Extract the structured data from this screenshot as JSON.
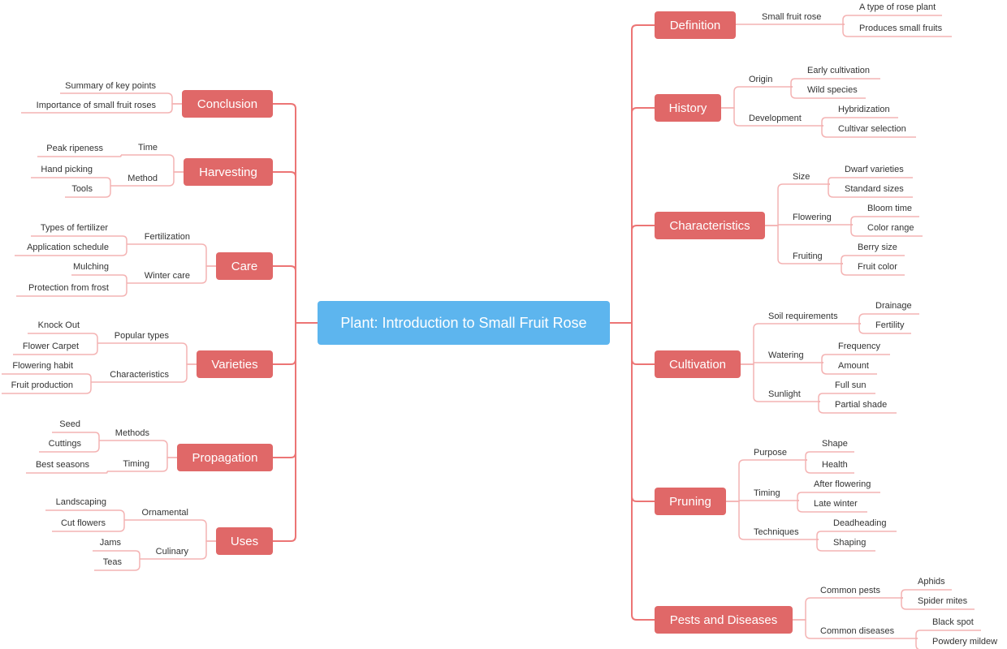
{
  "root": {
    "label": "Plant: Introduction to Small Fruit Rose"
  },
  "colors": {
    "root": "#5db5ee",
    "topic": "#e06868",
    "main_line": "#ec7575",
    "sub_line": "#f4b3b3",
    "text": "#333333"
  },
  "right": [
    {
      "label": "Definition",
      "children": [
        {
          "label": "Small fruit rose",
          "children": [
            "A type of rose plant",
            "Produces small fruits"
          ]
        }
      ]
    },
    {
      "label": "History",
      "children": [
        {
          "label": "Origin",
          "children": [
            "Early cultivation",
            "Wild species"
          ]
        },
        {
          "label": "Development",
          "children": [
            "Hybridization",
            "Cultivar selection"
          ]
        }
      ]
    },
    {
      "label": "Characteristics",
      "children": [
        {
          "label": "Size",
          "children": [
            "Dwarf varieties",
            "Standard sizes"
          ]
        },
        {
          "label": "Flowering",
          "children": [
            "Bloom time",
            "Color range"
          ]
        },
        {
          "label": "Fruiting",
          "children": [
            "Berry size",
            "Fruit color"
          ]
        }
      ]
    },
    {
      "label": "Cultivation",
      "children": [
        {
          "label": "Soil requirements",
          "children": [
            "Drainage",
            "Fertility"
          ]
        },
        {
          "label": "Watering",
          "children": [
            "Frequency",
            "Amount"
          ]
        },
        {
          "label": "Sunlight",
          "children": [
            "Full sun",
            "Partial shade"
          ]
        }
      ]
    },
    {
      "label": "Pruning",
      "children": [
        {
          "label": "Purpose",
          "children": [
            "Shape",
            "Health"
          ]
        },
        {
          "label": "Timing",
          "children": [
            "After flowering",
            "Late winter"
          ]
        },
        {
          "label": "Techniques",
          "children": [
            "Deadheading",
            "Shaping"
          ]
        }
      ]
    },
    {
      "label": "Pests and Diseases",
      "children": [
        {
          "label": "Common pests",
          "children": [
            "Aphids",
            "Spider mites"
          ]
        },
        {
          "label": "Common diseases",
          "children": [
            "Black spot",
            "Powdery mildew"
          ]
        }
      ]
    }
  ],
  "left": [
    {
      "label": "Conclusion",
      "children": [
        {
          "label": "Summary of key points",
          "children": []
        },
        {
          "label": "Importance of small fruit roses",
          "children": []
        }
      ]
    },
    {
      "label": "Harvesting",
      "children": [
        {
          "label": "Time",
          "children": [
            "Peak ripeness"
          ]
        },
        {
          "label": "Method",
          "children": [
            "Hand picking",
            "Tools"
          ]
        }
      ]
    },
    {
      "label": "Care",
      "children": [
        {
          "label": "Fertilization",
          "children": [
            "Types of fertilizer",
            "Application schedule"
          ]
        },
        {
          "label": "Winter care",
          "children": [
            "Mulching",
            "Protection from frost"
          ]
        }
      ]
    },
    {
      "label": "Varieties",
      "children": [
        {
          "label": "Popular types",
          "children": [
            "Knock Out",
            "Flower Carpet"
          ]
        },
        {
          "label": "Characteristics",
          "children": [
            "Flowering habit",
            "Fruit production"
          ]
        }
      ]
    },
    {
      "label": "Propagation",
      "children": [
        {
          "label": "Methods",
          "children": [
            "Seed",
            "Cuttings"
          ]
        },
        {
          "label": "Timing",
          "children": [
            "Best seasons"
          ]
        }
      ]
    },
    {
      "label": "Uses",
      "children": [
        {
          "label": "Ornamental",
          "children": [
            "Landscaping",
            "Cut flowers"
          ]
        },
        {
          "label": "Culinary",
          "children": [
            "Jams",
            "Teas"
          ]
        }
      ]
    }
  ]
}
